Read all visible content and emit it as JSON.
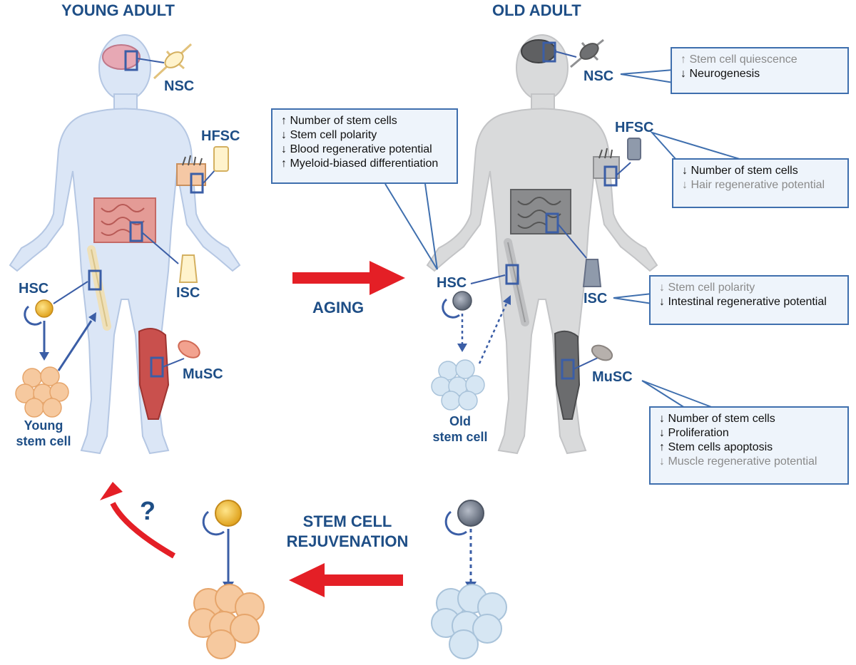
{
  "titles": {
    "young": "YOUNG ADULT",
    "old": "OLD ADULT"
  },
  "cells": {
    "nsc": "NSC",
    "hfsc": "HFSC",
    "isc": "ISC",
    "hsc": "HSC",
    "musc": "MuSC"
  },
  "labels": {
    "young_stem_cell": [
      "Young",
      "stem cell"
    ],
    "old_stem_cell": [
      "Old",
      "stem cell"
    ],
    "aging": "AGING",
    "rejuvenation": [
      "STEM CELL",
      "REJUVENATION"
    ],
    "question": "?"
  },
  "boxes": {
    "hsc": [
      {
        "arrow": "↑",
        "text": "Number of stem cells"
      },
      {
        "arrow": "↓",
        "text": "Stem cell polarity"
      },
      {
        "arrow": "↓",
        "text": "Blood regenerative potential"
      },
      {
        "arrow": "↑",
        "text": "Myeloid-biased differentiation"
      }
    ],
    "nsc": [
      {
        "arrow": "↑",
        "text": "Stem cell quiescence",
        "dim": true
      },
      {
        "arrow": "↓",
        "text": "Neurogenesis"
      }
    ],
    "hfsc": [
      {
        "arrow": "↓",
        "text": "Number of stem cells"
      },
      {
        "arrow": "↓",
        "text": "Hair regenerative potential",
        "dim": true
      }
    ],
    "isc": [
      {
        "arrow": "↓",
        "text": "Stem cell polarity",
        "dim": true
      },
      {
        "arrow": "↓",
        "text": "Intestinal regenerative potential"
      }
    ],
    "musc": [
      {
        "arrow": "↓",
        "text": "Number of stem cells"
      },
      {
        "arrow": "↓",
        "text": "Proliferation"
      },
      {
        "arrow": "↑",
        "text": "Stem cells apoptosis"
      },
      {
        "arrow": "↓",
        "text": "Muscle regenerative potential",
        "dim": true
      }
    ]
  },
  "colors": {
    "label_blue": "#1e4e86",
    "box_border": "#3f6fae",
    "box_fill": "#eef4fb",
    "red_arrow": "#e41f26",
    "young_body": "#dbe6f6",
    "old_body": "#d9dadb",
    "young_cell": "#f4c08f",
    "old_cell": "#c9dcec"
  }
}
